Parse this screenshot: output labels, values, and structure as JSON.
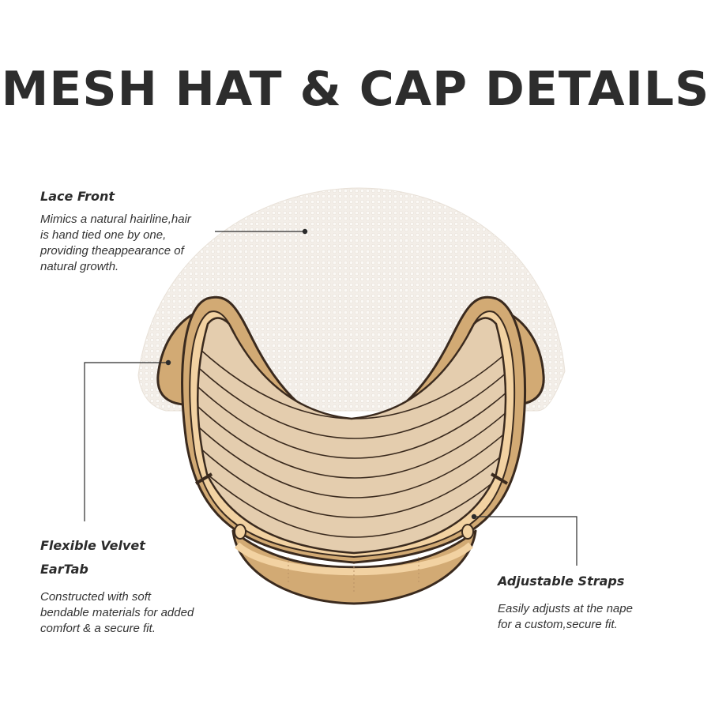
{
  "title": "MESH HAT & CAP DETAILS",
  "callouts": {
    "lace_front": {
      "heading": "Lace Front",
      "desc_lines": [
        "Mimics a natural hairline,hair",
        "is hand tied one by one,",
        "providing theappearance of",
        "natural growth."
      ]
    },
    "ear_tab": {
      "heading_lines": [
        "Flexible Velvet",
        "EarTab"
      ],
      "desc_lines": [
        "Constructed with soft",
        "bendable materials for added",
        "comfort & a secure fit."
      ]
    },
    "straps": {
      "heading": "Adjustable Straps",
      "desc_lines": [
        "Easily adjusts at the nape",
        "for a custom,secure fit."
      ]
    }
  },
  "colors": {
    "mesh": "#f1ece6",
    "tan_band": "#d2aa74",
    "inner_band": "#f2d2a2",
    "stripes_fill": "#e4cdae",
    "outline": "#3a2a1e",
    "leader": "#2b2b2b"
  }
}
